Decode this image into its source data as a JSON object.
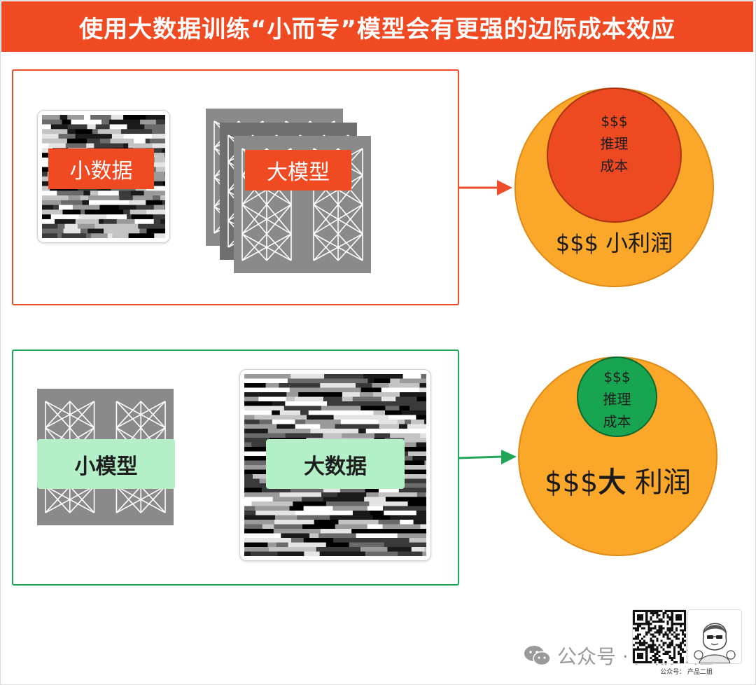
{
  "title": "使用大数据训练“小而专”模型会有更强的边际成本效应",
  "top": {
    "data_label": "小数据",
    "model_label": "大模型",
    "inner_lines": [
      "$$$",
      "推理",
      "成本"
    ],
    "profit_prefix": "$$$",
    "profit_bold": "",
    "profit_suffix": " 小利润"
  },
  "bottom": {
    "model_label": "小模型",
    "data_label": "大数据",
    "inner_lines": [
      "$$$",
      "推理",
      "成本"
    ],
    "profit_prefix": "$$$",
    "profit_bold": "大",
    "profit_suffix": " 利润"
  },
  "watermark": {
    "icon": "wechat-icon",
    "text": "公众号 · 产品二姐"
  },
  "qr_caption": "公众号： 产品二姐",
  "colors": {
    "title_bg": "#f04a23",
    "top_border": "#ee4d2c",
    "bottom_border": "#21a558",
    "outer_circle": "#fba729",
    "inner_red": "#ee4a22",
    "inner_green": "#17a552",
    "label_green": "#b3f0c8"
  }
}
